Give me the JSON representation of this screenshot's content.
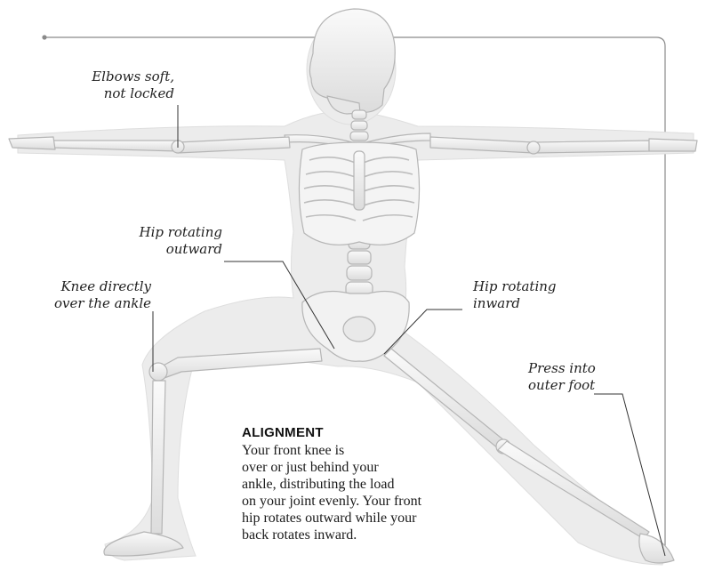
{
  "callouts": {
    "elbows": [
      "Elbows soft,",
      "not locked"
    ],
    "hip_outward": [
      "Hip rotating",
      "outward"
    ],
    "knee": [
      "Knee directly",
      "over the ankle"
    ],
    "hip_inward": [
      "Hip rotating",
      "inward"
    ],
    "outer_foot": [
      "Press into",
      "outer foot"
    ]
  },
  "alignment": {
    "heading": "ALIGNMENT",
    "lines": [
      "Your front knee is",
      "over or just behind your",
      "ankle, distributing the load",
      "on your joint evenly. Your front",
      "hip rotates outward while your",
      "back rotates inward."
    ]
  },
  "colors": {
    "bone": "#f1f1f1",
    "bone_stroke": "#b9b9b9",
    "body_ghost": "#e9e9e9",
    "leader": "#333333",
    "frame": "#8a8a8a"
  }
}
